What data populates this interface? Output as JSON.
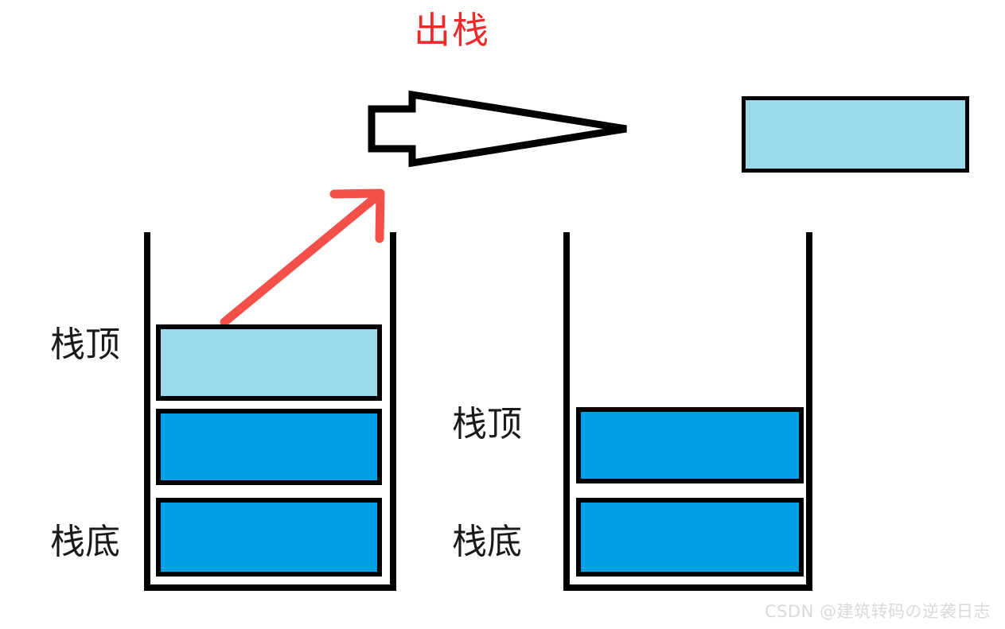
{
  "diagram": {
    "title": "出栈",
    "title_color": "#ee2b2b",
    "background": "#ffffff"
  },
  "colors": {
    "outline": "#000000",
    "block_light": "#9BD9EC",
    "block_dark": "#00A0E6",
    "red_arrow": "#F4504A",
    "title_red": "#ee2b2b",
    "watermark_gray": "#d9d9d9"
  },
  "flow_arrow": {
    "name": "rightward-block-arrow",
    "direction": "right",
    "fill": "#ffffff",
    "stroke": "#000000"
  },
  "pop_pointer": {
    "name": "red-pop-arrow",
    "direction": "up-right",
    "color": "#F4504A"
  },
  "popped_item": {
    "label": "",
    "fill": "#9BD9EC"
  },
  "stack_before": {
    "name": "stack-before-pop",
    "labels": {
      "top": "栈顶",
      "bottom": "栈底"
    },
    "cells": [
      {
        "index": 0,
        "position": "top",
        "fill": "#9BD9EC",
        "state": "popping"
      },
      {
        "index": 1,
        "position": "middle",
        "fill": "#00A0E6",
        "state": "filled"
      },
      {
        "index": 2,
        "position": "bottom",
        "fill": "#00A0E6",
        "state": "filled"
      }
    ],
    "count": 3
  },
  "stack_after": {
    "name": "stack-after-pop",
    "labels": {
      "top": "栈顶",
      "bottom": "栈底"
    },
    "cells": [
      {
        "index": 0,
        "position": "top",
        "fill": "#00A0E6",
        "state": "filled"
      },
      {
        "index": 1,
        "position": "bottom",
        "fill": "#00A0E6",
        "state": "filled"
      }
    ],
    "count": 2
  },
  "watermark": {
    "text": "CSDN @建筑转码の逆袭日志"
  }
}
